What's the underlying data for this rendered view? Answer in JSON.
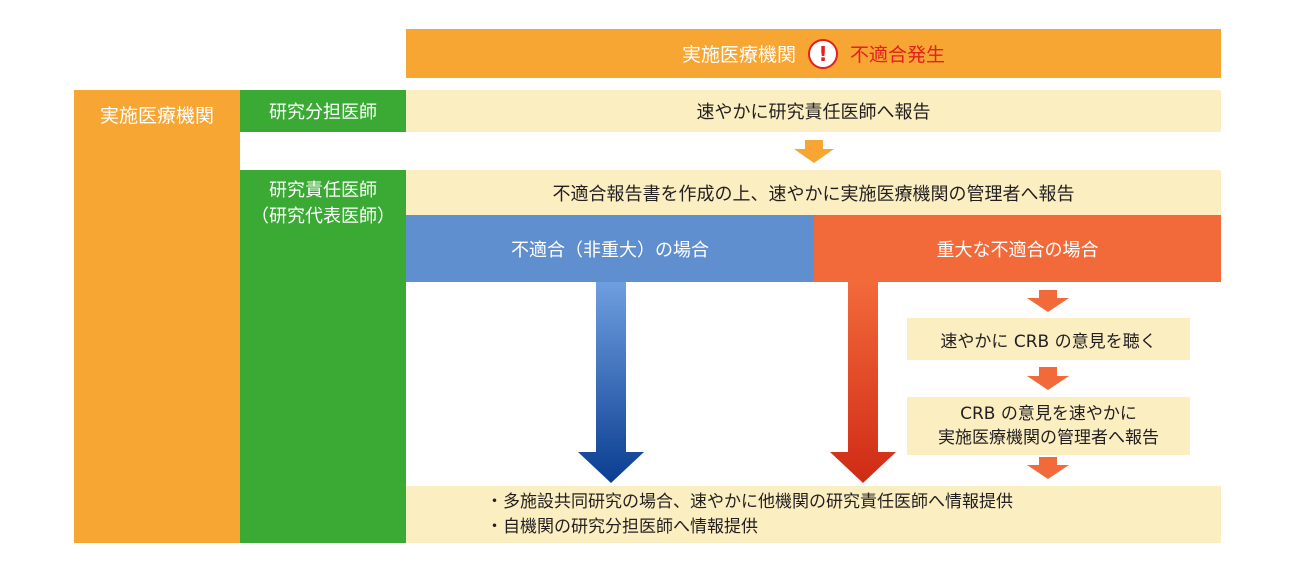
{
  "header": {
    "left": "実施医療機関",
    "alert_symbol": "!",
    "right": "不適合発生"
  },
  "institution_label": "実施医療機関",
  "roles": {
    "sharing": "研究分担医師",
    "responsible_line1": "研究責任医師",
    "responsible_line2": "（研究代表医師）"
  },
  "steps": {
    "report_to_responsible": "速やかに研究責任医師へ報告",
    "create_report": "不適合報告書を作成の上、速やかに実施医療機関の管理者へ報告"
  },
  "branches": {
    "minor": "不適合（非重大）の場合",
    "major": "重大な不適合の場合"
  },
  "crb": {
    "hear": "速やかに CRB の意見を聴く",
    "report_line1": "CRB の意見を速やかに",
    "report_line2": "実施医療機関の管理者へ報告"
  },
  "final": {
    "item1": "・多施設共同研究の場合、速やかに他機関の研究責任医師へ情報提供",
    "item2": "・自機関の研究分担医師へ情報提供"
  },
  "colors": {
    "orange": "#f7a533",
    "green": "#3aaa35",
    "cream": "#fbefc2",
    "blue": "#5f8fce",
    "red_orange": "#f26a3a",
    "alert_red": "#e61e1e"
  }
}
